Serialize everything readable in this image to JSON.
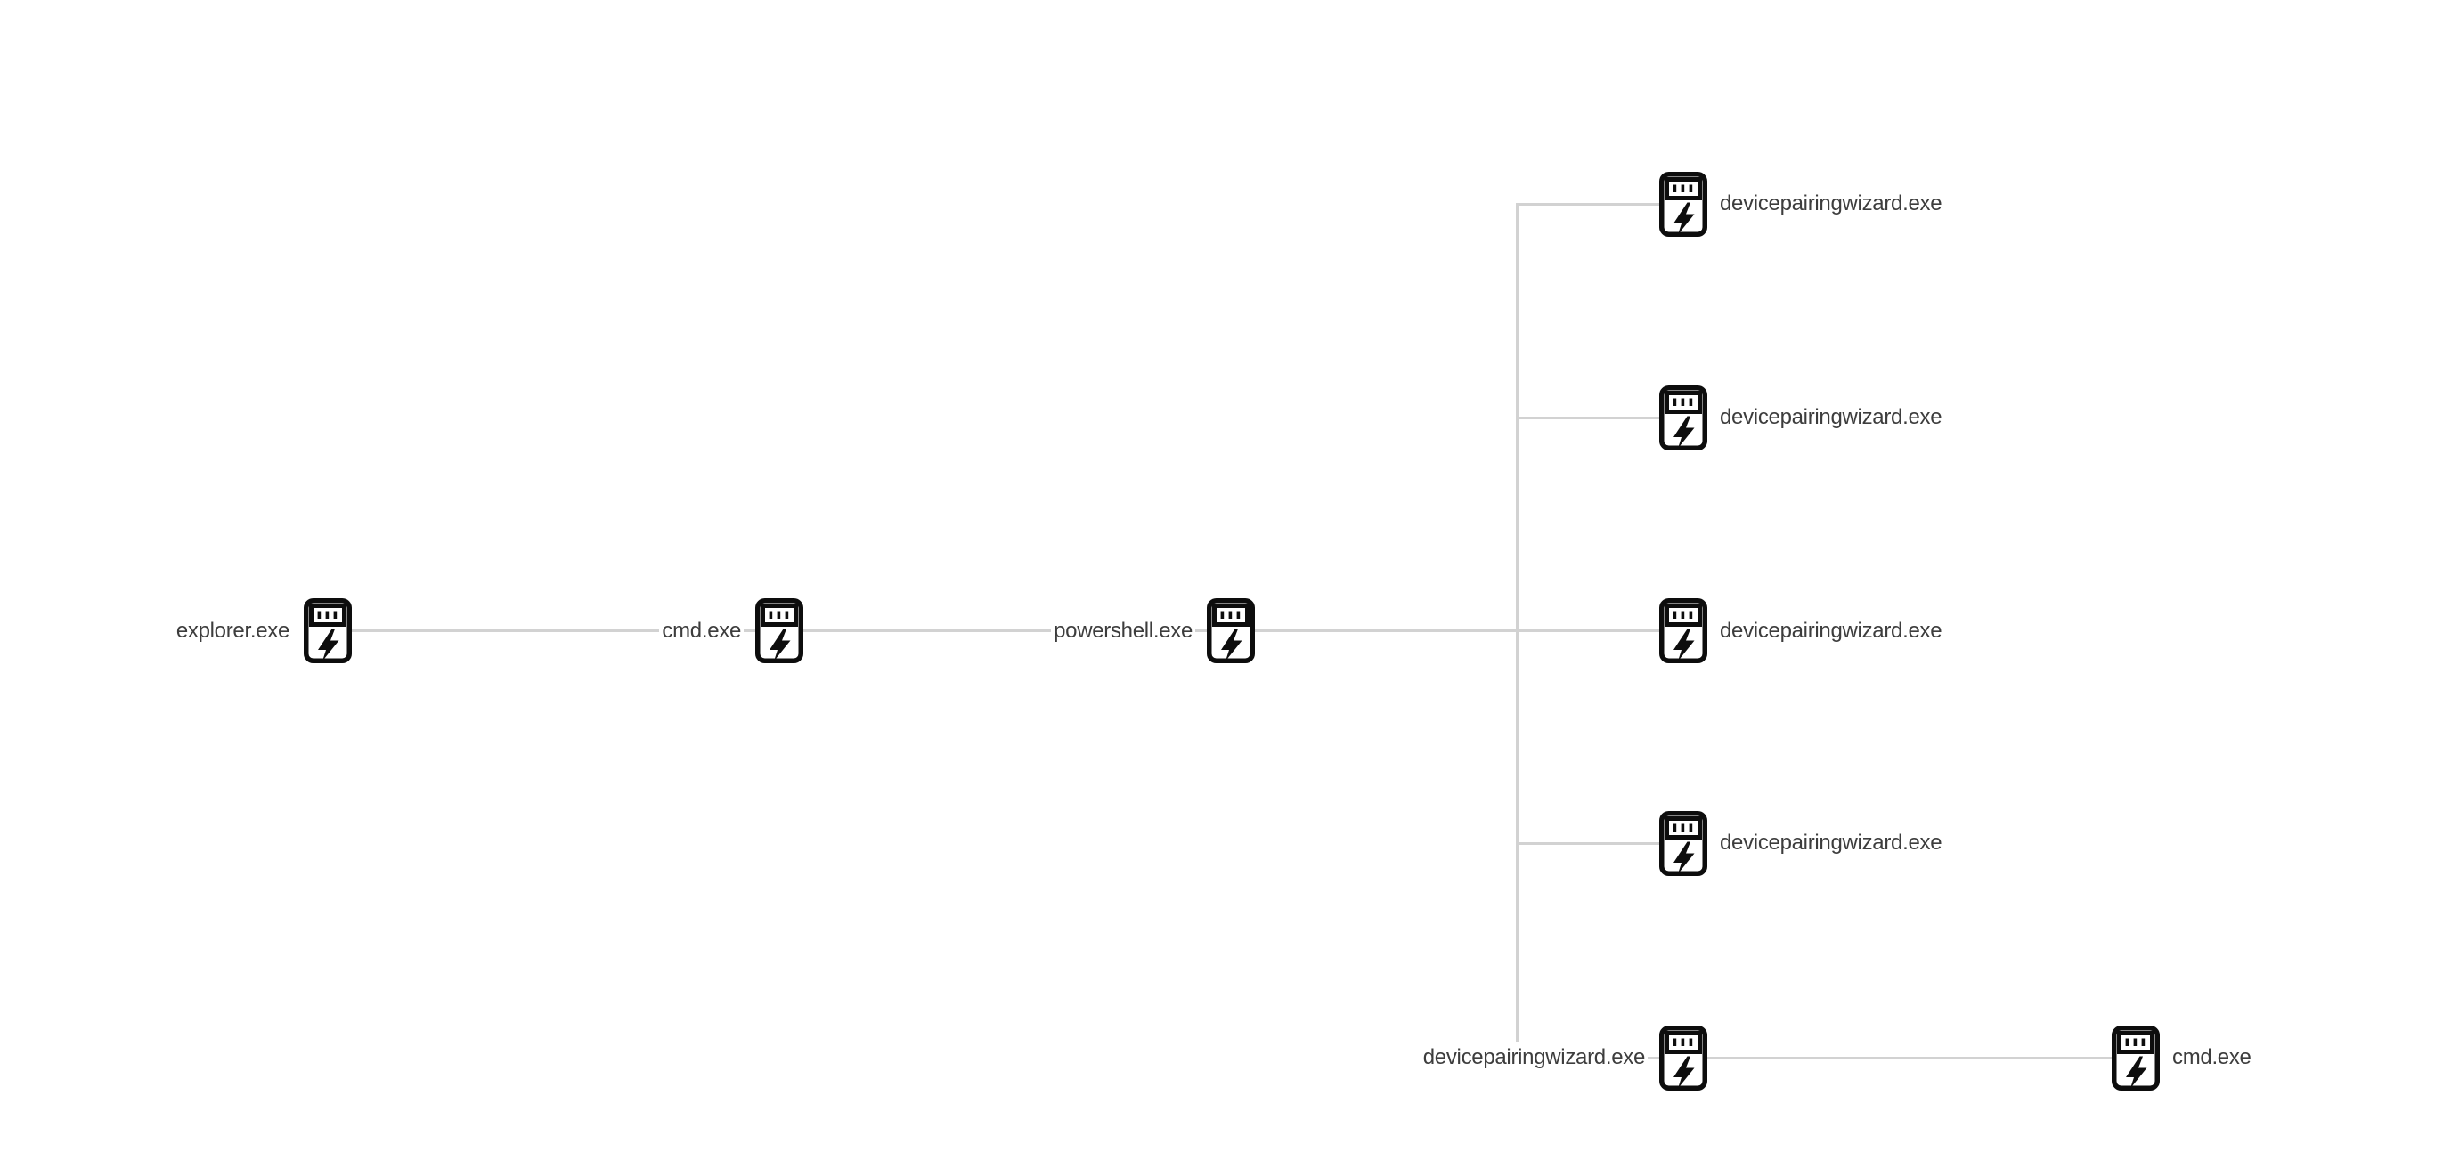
{
  "diagram": {
    "type": "process-tree",
    "background": "#ffffff",
    "colors": {
      "edge": "#d2d2d2",
      "label_text": "#3d3d3d",
      "icon_stroke": "#0d0d0d",
      "icon_fill": "#ffffff"
    },
    "nodes": [
      {
        "id": "n1",
        "label": "explorer.exe",
        "icon": "process-icon",
        "label_side": "left"
      },
      {
        "id": "n2",
        "label": "cmd.exe",
        "icon": "process-icon",
        "label_side": "left"
      },
      {
        "id": "n3",
        "label": "powershell.exe",
        "icon": "process-icon",
        "label_side": "left"
      },
      {
        "id": "n4",
        "label": "devicepairingwizard.exe",
        "icon": "process-icon",
        "label_side": "right"
      },
      {
        "id": "n5",
        "label": "devicepairingwizard.exe",
        "icon": "process-icon",
        "label_side": "right"
      },
      {
        "id": "n6",
        "label": "devicepairingwizard.exe",
        "icon": "process-icon",
        "label_side": "right"
      },
      {
        "id": "n7",
        "label": "devicepairingwizard.exe",
        "icon": "process-icon",
        "label_side": "right"
      },
      {
        "id": "n8",
        "label": "devicepairingwizard.exe",
        "icon": "process-icon",
        "label_side": "left"
      },
      {
        "id": "n9",
        "label": "cmd.exe",
        "icon": "process-icon",
        "label_side": "right"
      }
    ],
    "edges": [
      {
        "from": "n1",
        "to": "n2"
      },
      {
        "from": "n2",
        "to": "n3"
      },
      {
        "from": "n3",
        "to": "n4"
      },
      {
        "from": "n3",
        "to": "n5"
      },
      {
        "from": "n3",
        "to": "n6"
      },
      {
        "from": "n3",
        "to": "n7"
      },
      {
        "from": "n3",
        "to": "n8"
      },
      {
        "from": "n8",
        "to": "n9"
      }
    ]
  }
}
